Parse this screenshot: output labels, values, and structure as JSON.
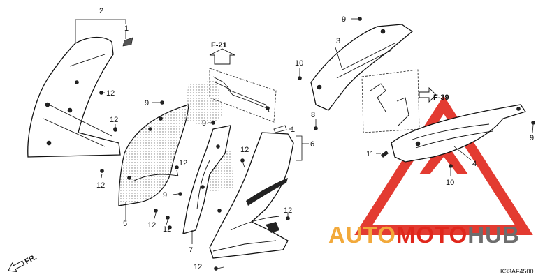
{
  "labels": {
    "p1a": "1",
    "p1b": "1",
    "p2": "2",
    "p3": "3",
    "p4": "4",
    "p5": "5",
    "p6": "6",
    "p7": "7",
    "p8": "8",
    "p9a": "9",
    "p9b": "9",
    "p9c": "9",
    "p9d": "9",
    "p9e": "9",
    "p10a": "10",
    "p10b": "10",
    "p11": "11",
    "p12a": "12",
    "p12b": "12",
    "p12c": "12",
    "p12d": "12",
    "p12e": "12",
    "p12f": "12",
    "p12g": "12",
    "p12h": "12",
    "p12i": "12",
    "p12j": "12"
  },
  "refs": {
    "f21": "F-21",
    "f39": "F-39"
  },
  "direction": "FR.",
  "diagram_code": "K33AF4500",
  "watermark": {
    "part1": "AUTO",
    "part2": "MOTO",
    "part3": "HUB"
  },
  "colors": {
    "watermark_orange": "#f2a93b",
    "watermark_red": "#e0261b",
    "watermark_gray": "#6d6d6d"
  }
}
